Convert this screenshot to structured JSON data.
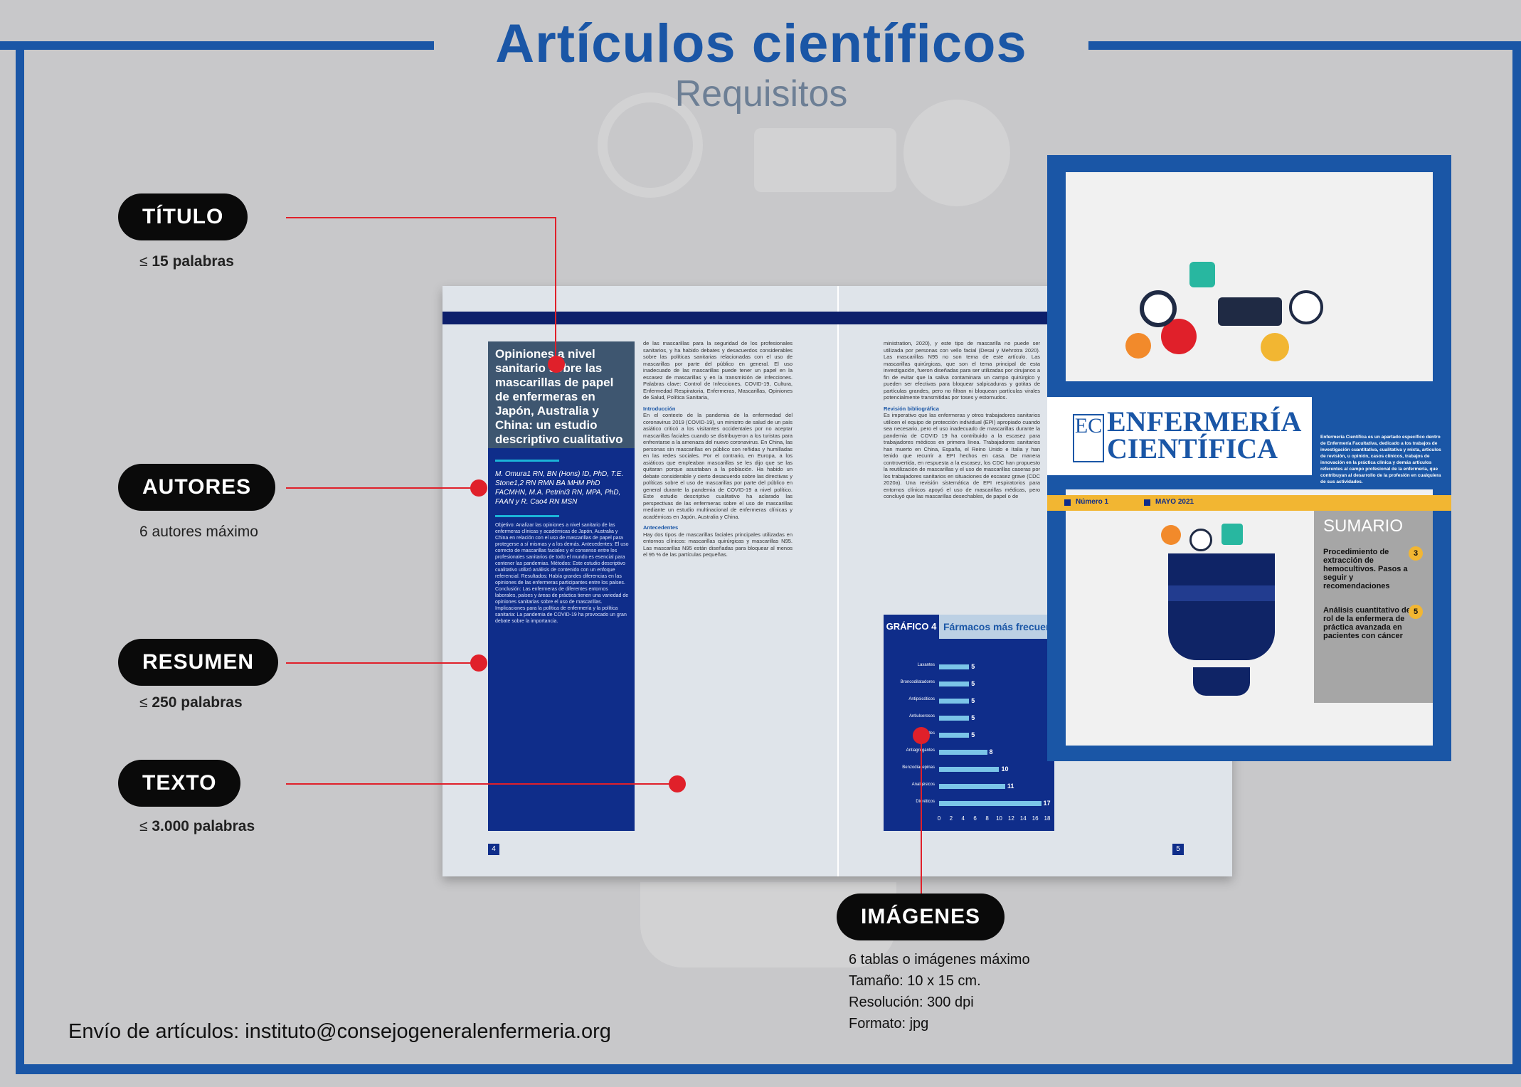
{
  "header": {
    "title": "Artículos científicos",
    "subtitle": "Requisitos"
  },
  "labels": {
    "titulo": {
      "pill": "TÍTULO",
      "note_symbol": "≤",
      "note": "15 palabras"
    },
    "autores": {
      "pill": "AUTORES",
      "note": "6 autores máximo"
    },
    "resumen": {
      "pill": "RESUMEN",
      "note_symbol": "≤",
      "note": "250 palabras"
    },
    "texto": {
      "pill": "TEXTO",
      "note_symbol": "≤",
      "note": "3.000 palabras"
    },
    "imagenes": {
      "pill": "IMÁGENES",
      "notes": [
        "6 tablas o imágenes máximo",
        "Tamaño: 10 x 15 cm.",
        "Resolución: 300 dpi",
        "Formato: jpg"
      ]
    }
  },
  "footer": "Envío de artículos: instituto@consejogeneralenfermeria.org",
  "spread": {
    "article_title": "Opiniones a nivel sanitario sobre las mascarillas de papel de enfermeras en Japón, Australia y China: un estudio descriptivo cualitativo",
    "authors": "M. Omura1 RN, BN (Hons) ID, PhD, T.E. Stone1,2 RN RMN BA MHM PhD FACMHN, M.A. Petrini3 RN, MPA, PhD, FAAN y R. Cao4 RN MSN",
    "abstract": "Objetivo: Analizar las opiniones a nivel sanitario de las enfermeras clínicas y académicas de Japón, Australia y China en relación con el uso de mascarillas de papel para protegerse a sí mismas y a los demás. Antecedentes: El uso correcto de mascarillas faciales y el consenso entre los profesionales sanitarios de todo el mundo es esencial para contener las pandemias. Métodos: Este estudio descriptivo cualitativo utilizó análisis de contenido con un enfoque referencial. Resultados: Había grandes diferencias en las opiniones de las enfermeras participantes entre los países. Conclusión: Las enfermeras de diferentes entornos laborales, países y áreas de práctica tienen una variedad de opiniones sanitarias sobre el uso de mascarillas. Implicaciones para la política de enfermería y la política sanitaria: La pandemia de COVID-19 ha provocado un gran debate sobre la importancia.",
    "col1_text": "de las mascarillas para la seguridad de los profesionales sanitarios, y ha habido debates y desacuerdos considerables sobre las políticas sanitarias relacionadas con el uso de mascarillas por parte del público en general. El uso inadecuado de las mascarillas puede tener un papel en la escasez de mascarillas y en la transmisión de infecciones. Palabras clave: Control de Infecciones, COVID-19, Cultura, Enfermedad Respiratoria, Enfermeras, Mascarillas, Opiniones de Salud, Política Sanitaria,",
    "col1_head": "Introducción",
    "col1_text2": "En el contexto de la pandemia de la enfermedad del coronavirus 2019 (COVID-19), un ministro de salud de un país asiático criticó a los visitantes occidentales por no aceptar mascarillas faciales cuando se distribuyeron a los turistas para enfrentarse a la amenaza del nuevo coronavirus. En China, las personas sin mascarillas en público son reñidas y humilladas en las redes sociales. Por el contrario, en Europa, a los asiáticos que empleaban mascarillas se les dijo que se las quitaran porque asustaban a la población. Ha habido un debate considerable y cierto desacuerdo sobre las directivas y políticas sobre el uso de mascarillas por parte del público en general durante la pandemia de COVID-19 a nivel político. Este estudio descriptivo cualitativo ha aclarado las perspectivas de las enfermeras sobre el uso de mascarillas mediante un estudio multinacional de enfermeras clínicas y académicas en Japón, Australia y China.",
    "col1_head2": "Antecedentes",
    "col1_text3": "Hay dos tipos de mascarillas faciales principales utilizadas en entornos clínicos: mascarillas quirúrgicas y mascarillas N95. Las mascarillas N95 están diseñadas para bloquear al menos el 95 % de las partículas pequeñas.",
    "col2_text": "ministration, 2020), y este tipo de mascarilla no puede ser utilizada por personas con vello facial (Desai y Mehrotra 2020). Las mascarillas N95 no son tema de este artículo. Las mascarillas quirúrgicas, que son el tema principal de esta investigación, fueron diseñadas para ser utilizadas por cirujanos a fin de evitar que la saliva contaminara un campo quirúrgico y pueden ser efectivas para bloquear salpicaduras y gotitas de partículas grandes, pero no filtran ni bloquean partículas virales potencialmente transmitidas por toses y estornudos.",
    "col2_head": "Revisión bibliográfica",
    "col2_text2": "Es imperativo que las enfermeras y otros trabajadores sanitarios utilicen el equipo de protección individual (EPI) apropiado cuando sea necesario, pero el uso inadecuado de mascarillas durante la pandemia de COVID 19 ha contribuido a la escasez para trabajadores médicos en primera línea. Trabajadores sanitarios han muerto en China, España, el Reino Unido e Italia y han tenido que recurrir a EPI hechos en casa. De manera controvertida, en respuesta a la escasez, los CDC han propuesto la reutilización de mascarillas y el uso de mascarillas caseras por los trabajadores sanitarios en situaciones de escasez grave (CDC 2020a). Una revisión sistemática de EPI respiratorios para entornos clínicos apoyó el uso de mascarillas médicas, pero concluyó que las mascarillas desechables, de papel o de",
    "page_left": "4",
    "page_right": "5"
  },
  "chart_data": {
    "type": "bar",
    "title": "GRÁFICO 4",
    "subtitle": "Fármacos más frecuentes",
    "categories": [
      "Laxantes",
      "Broncodilatadores",
      "Antipsicóticos",
      "Antiulcerosos",
      "Opioides",
      "Antiagregantes",
      "Benzodiacepinas",
      "Analgésicos",
      "Diuréticos"
    ],
    "values": [
      5,
      5,
      5,
      5,
      5,
      8,
      10,
      11,
      17
    ],
    "xlim": [
      0,
      18
    ],
    "xticks": [
      "0",
      "2",
      "4",
      "6",
      "8",
      "10",
      "12",
      "14",
      "16",
      "18"
    ]
  },
  "cover": {
    "logo_letters": "EC",
    "logo_line1": "ENFERMERÍA",
    "logo_line2": "CIENTÍFICA",
    "description": "Enfermería Científica es un apartado específico dentro de Enfermería Facultativa, dedicado a los trabajos de investigación cuantitativa, cualitativa y mixta, artículos de revisión, u opinión, casos clínicos, trabajos de innovación en la práctica clínica y demás artículos referentes al campo profesional de la enfermería, que contribuyan al desarrollo de la profesión en cualquiera de sus actividades.",
    "issue": "Número 1",
    "date": "MAYO 2021",
    "sumario_title": "SUMARIO",
    "sumario": [
      {
        "label": "Procedimiento de extracción de hemocultivos. Pasos a seguir y recomendaciones",
        "page": "3"
      },
      {
        "label": "Análisis cuantitativo del rol de la enfermera de práctica avanzada en pacientes con cáncer",
        "page": "5"
      }
    ]
  },
  "colors": {
    "brand_blue": "#1a56a6",
    "navy": "#0f2d8a",
    "accent_red": "#e0202a",
    "accent_yellow": "#f2b632"
  }
}
